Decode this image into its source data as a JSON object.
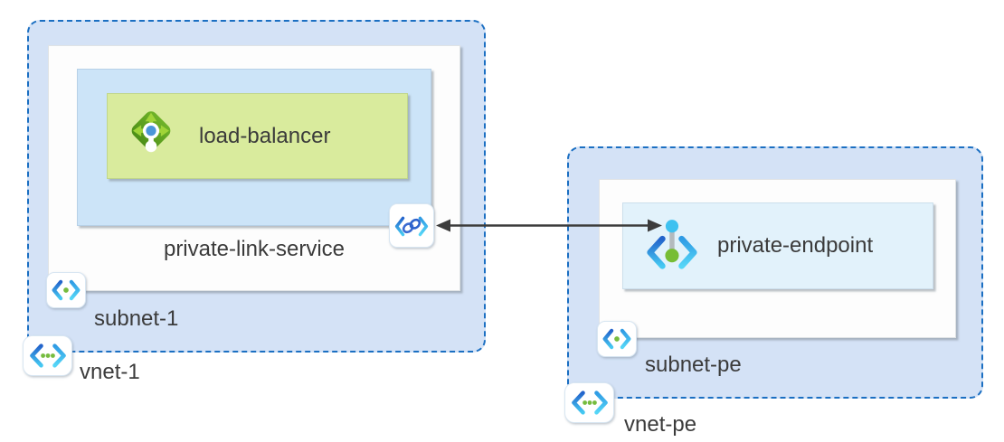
{
  "nodes": {
    "vnet1": {
      "label": "vnet-1",
      "type": "virtual-network"
    },
    "subnet1": {
      "label": "subnet-1",
      "type": "subnet"
    },
    "private_link_service": {
      "label": "private-link-service",
      "type": "private-link-service"
    },
    "load_balancer": {
      "label": "load-balancer",
      "type": "load-balancer"
    },
    "vnet_pe": {
      "label": "vnet-pe",
      "type": "virtual-network"
    },
    "subnet_pe": {
      "label": "subnet-pe",
      "type": "subnet"
    },
    "private_endpoint": {
      "label": "private-endpoint",
      "type": "private-endpoint"
    }
  },
  "connection": {
    "from": "private-link-service",
    "to": "private-endpoint",
    "style": "bidirectional-arrow"
  },
  "icons": {
    "vnet": "virtual-network-icon",
    "subnet": "subnet-icon",
    "private_link_service": "private-link-service-icon",
    "private_endpoint": "private-endpoint-icon",
    "load_balancer": "load-balancer-icon"
  },
  "colors": {
    "vnet_fill": "#d4e2f6",
    "vnet_border": "#1b6fc2",
    "subnet_fill": "#fdfdfd",
    "private_link_service_fill": "#cce4f8",
    "load_balancer_fill": "#d9eb9d",
    "private_endpoint_fill": "#e2f2fb",
    "label_text": "#3b3b3b",
    "arrow": "#3c3c3c"
  }
}
